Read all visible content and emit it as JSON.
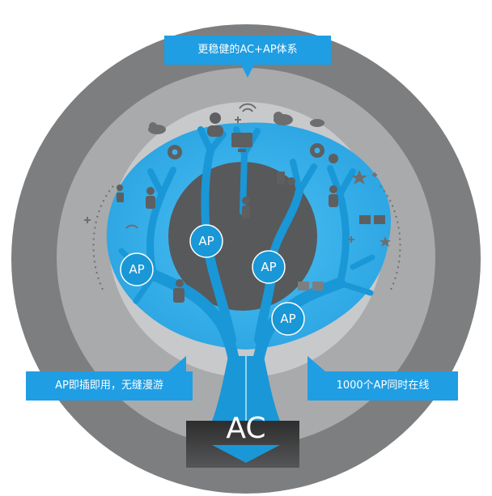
{
  "callouts": {
    "top": "更稳健的AC+AP体系",
    "left": "AP即插即用，无缝漫游",
    "right": "1000个AP同时在线"
  },
  "nodes": {
    "ap": [
      "AP",
      "AP",
      "AP",
      "AP"
    ],
    "ac": "AC"
  },
  "icons": [
    "person-icon",
    "gear-icon",
    "wifi-icon",
    "cloud-icon",
    "computer-icon",
    "star-icon",
    "network-icon",
    "plus-icon"
  ],
  "colors": {
    "outer_ring": "#7d7e80",
    "middle_ring": "#a9aaac",
    "inner_ring": "#c8c9cb",
    "canopy": "#3cb1ea",
    "tree": "#1a97d7",
    "core": "#58595b",
    "callout": "#1f9ee3",
    "base": "#3f3f40"
  }
}
